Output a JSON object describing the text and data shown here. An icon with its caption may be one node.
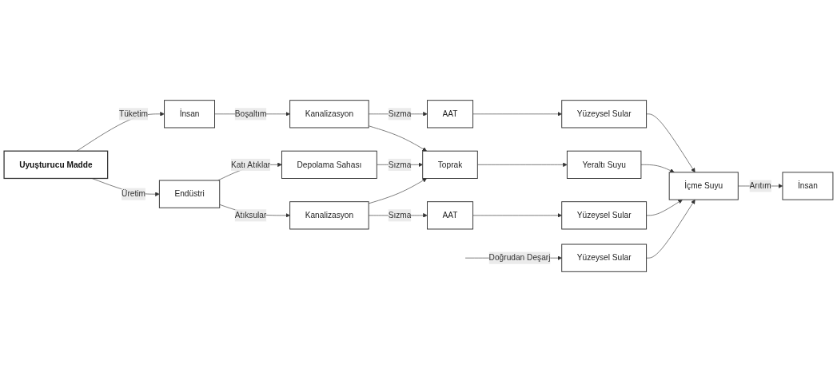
{
  "diagram": {
    "nodes": [
      {
        "text": [
          "Kanalizasyon"
        ]
      },
      {
        "text": [
          "AAT"
        ]
      },
      {
        "text": [
          "Yüzeysel Sular"
        ]
      },
      {
        "text": [
          "İnsan"
        ]
      },
      {
        "text": [
          "Uyuşturucu Madde"
        ]
      },
      {
        "text": [
          "Depolama Sahası"
        ]
      },
      {
        "text": [
          "Toprak"
        ]
      },
      {
        "text": [
          "Yeraltı Suyu"
        ]
      },
      {
        "text": [
          "İçme Suyu"
        ]
      },
      {
        "text": [
          "İnsan"
        ]
      },
      {
        "text": [
          "Endüstri"
        ]
      },
      {
        "text": [
          "Kanalizasyon"
        ]
      },
      {
        "text": [
          "AAT"
        ]
      },
      {
        "text": [
          "Yüzeysel Sular"
        ]
      },
      {
        "text": [
          "Yüzeysel Sular"
        ]
      }
    ],
    "edges": [
      {
        "from": 4,
        "to": 3,
        "arrow": "to",
        "label": "Tüketim"
      },
      {
        "from": 3,
        "to": 0,
        "arrow": "to",
        "label": "Boşaltım"
      },
      {
        "from": 0,
        "to": 1,
        "arrow": "to",
        "label": "Sızma"
      },
      {
        "from": 0,
        "to": 6,
        "arrow": "to"
      },
      {
        "from": 1,
        "to": 2,
        "arrow": "to"
      },
      {
        "from": 2,
        "to": 8,
        "arrow": "to"
      },
      {
        "from": 4,
        "to": 10,
        "arrow": "to",
        "label": "Üretim"
      },
      {
        "from": 10,
        "to": 5,
        "arrow": "to",
        "label": "Katı Atıklar"
      },
      {
        "from": 5,
        "to": 6,
        "arrow": "to",
        "label": "Sızma"
      },
      {
        "from": 6,
        "to": 7,
        "arrow": "to"
      },
      {
        "from": 7,
        "to": 8,
        "arrow": "to"
      },
      {
        "from": 8,
        "to": 9,
        "arrow": "to",
        "label": "Arıtım"
      },
      {
        "from": 10,
        "to": 11,
        "arrow": "to",
        "label": "Atıksular"
      },
      {
        "from": 11,
        "to": 12,
        "arrow": "to",
        "label": "Sızma"
      },
      {
        "from": 11,
        "to": 6,
        "arrow": "to"
      },
      {
        "from": 12,
        "to": 13,
        "arrow": "to"
      },
      {
        "from": 13,
        "to": 8,
        "arrow": "to"
      },
      {
        "from": null,
        "to": 14,
        "arrow": "to",
        "label": "Doğrudan Deşarj"
      },
      {
        "from": 14,
        "to": 8,
        "arrow": "to"
      }
    ]
  }
}
